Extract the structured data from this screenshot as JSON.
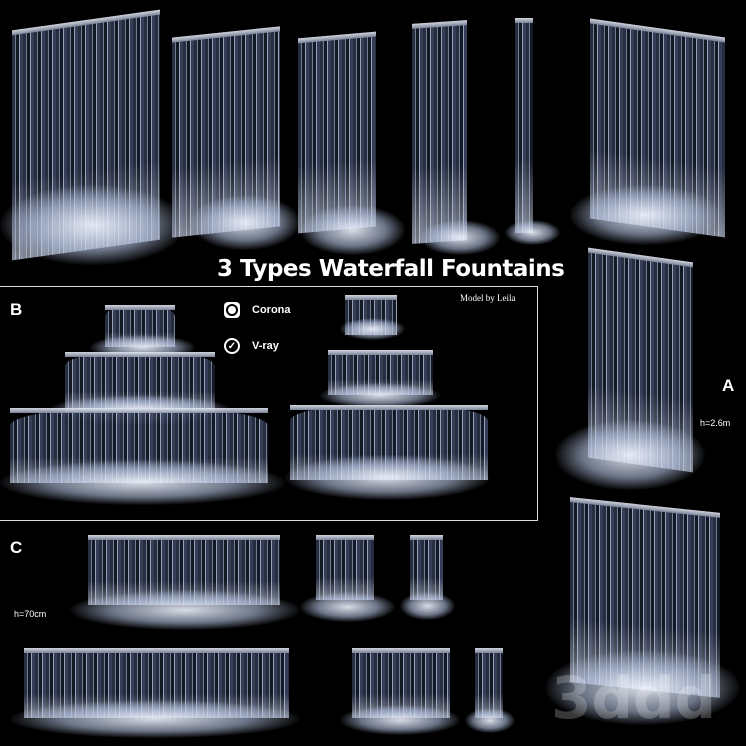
{
  "title": "3 Types Waterfall Fountains",
  "credit": "Model by Leila",
  "sections": {
    "a": "A",
    "b": "B",
    "c": "C"
  },
  "heights": {
    "a": "h=2.6m",
    "c": "h=70cm"
  },
  "renderers": [
    {
      "icon": "corona-icon",
      "label": "Corona"
    },
    {
      "icon": "vray-icon",
      "label": "V-ray"
    }
  ],
  "watermark": "3ddd",
  "colors": {
    "background": "#000000",
    "water": "#7f8aa6",
    "foam": "#f0f4ff"
  }
}
